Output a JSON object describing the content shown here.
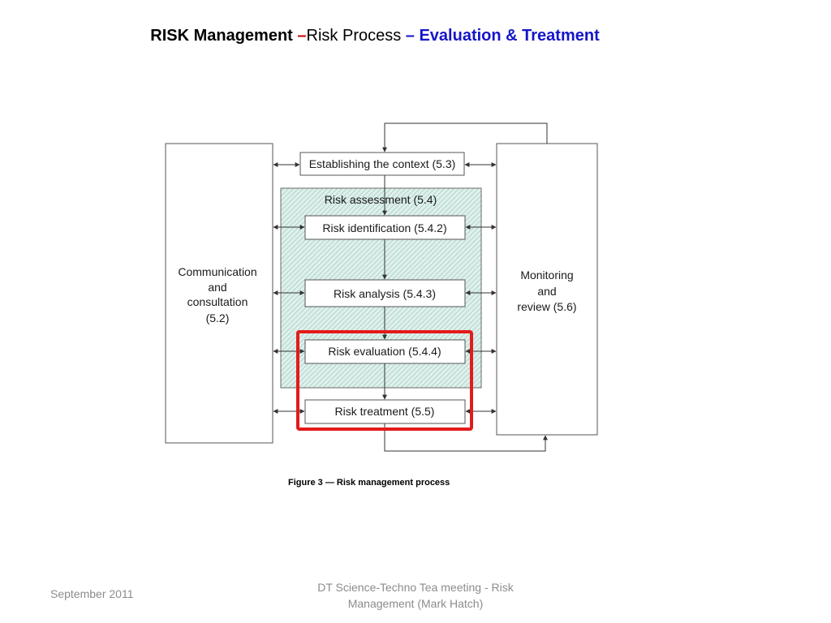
{
  "title": {
    "part1": "RISK Management ",
    "part2": "–",
    "part3": "Risk Process ",
    "part4": "– Evaluation & Treatment"
  },
  "diagram": {
    "communication": [
      "Communication",
      "and",
      "consultation",
      "(5.2)"
    ],
    "monitoring": [
      "Monitoring",
      "and",
      "review (5.6)"
    ],
    "context": "Establishing the context (5.3)",
    "assessment": "Risk assessment (5.4)",
    "identification": "Risk identification (5.4.2)",
    "analysis": "Risk analysis (5.4.3)",
    "evaluation": "Risk evaluation (5.4.4)",
    "treatment": "Risk treatment (5.5)",
    "caption": "Figure 3 — Risk management process",
    "colors": {
      "assessment_fill": "#dff0ec",
      "highlight": "#e41a1a"
    }
  },
  "footer": {
    "date": "September 2011",
    "meeting": "DT Science-Techno Tea meeting - Risk Management (Mark Hatch)"
  }
}
